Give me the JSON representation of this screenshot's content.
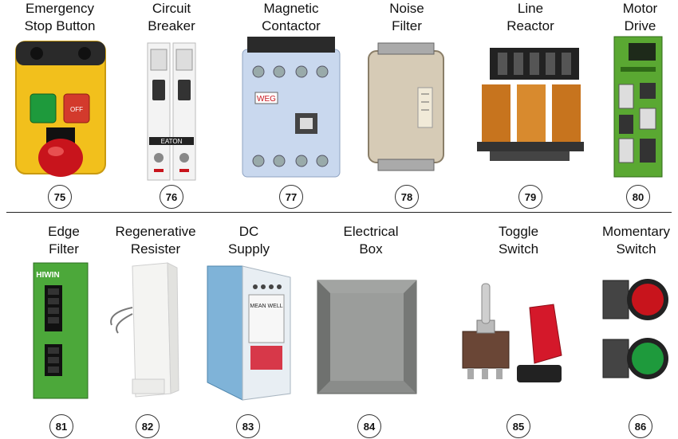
{
  "items": [
    {
      "label": "Emergency\nStop Button",
      "number": "75",
      "icon": "emergency-stop-button"
    },
    {
      "label": "Circuit\nBreaker",
      "number": "76",
      "icon": "circuit-breaker"
    },
    {
      "label": "Magnetic\nContactor",
      "number": "77",
      "icon": "magnetic-contactor"
    },
    {
      "label": "Noise\nFilter",
      "number": "78",
      "icon": "noise-filter"
    },
    {
      "label": "Line\nReactor",
      "number": "79",
      "icon": "line-reactor"
    },
    {
      "label": "Motor\nDrive",
      "number": "80",
      "icon": "motor-drive"
    },
    {
      "label": "Edge\nFilter",
      "number": "81",
      "icon": "edge-filter"
    },
    {
      "label": "Regenerative\nResister",
      "number": "82",
      "icon": "regenerative-resistor"
    },
    {
      "label": "DC\nSupply",
      "number": "83",
      "icon": "dc-supply"
    },
    {
      "label": "Electrical\nBox",
      "number": "84",
      "icon": "electrical-box"
    },
    {
      "label": "Toggle\nSwitch",
      "number": "85",
      "icon": "toggle-switch"
    },
    {
      "label": "Momentary\nSwitch",
      "number": "86",
      "icon": "momentary-switch"
    }
  ],
  "product_text": {
    "breaker_brand": "EATON",
    "contactor_brand": "WEG",
    "edge_filter_brand": "HIWIN",
    "dc_supply_brand": "MEAN WELL"
  },
  "colors": {
    "estop_yellow": "#f2c01c",
    "estop_red": "#c8141c",
    "estop_green": "#1e9a3c",
    "contactor_blue": "#c9d8ee",
    "drive_green": "#5aa832",
    "toggle_red": "#d4182a",
    "psu_blue": "#7fb3d8",
    "box_gray": "#8a8c8a"
  }
}
